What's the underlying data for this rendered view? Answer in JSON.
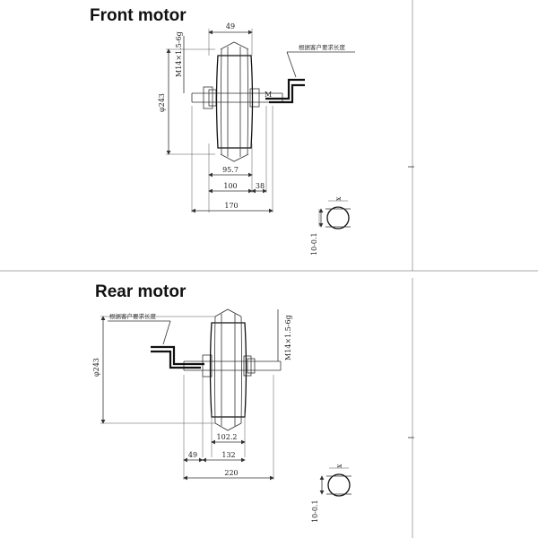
{
  "front": {
    "title": "Front motor",
    "dims": {
      "hub_width": "49",
      "thread": "M14×1.5-6g",
      "diameter": "φ243",
      "d1": "95.7",
      "d2": "100",
      "d3": "38",
      "d4": "170"
    },
    "note": "根据客户要求长度",
    "section": {
      "flat": "10-0.1",
      "top": "x"
    }
  },
  "rear": {
    "title": "Rear motor",
    "dims": {
      "thread": "M14×1.5-6g",
      "diameter": "φ243",
      "d1": "102.2",
      "d2": "49",
      "d3": "132",
      "d4": "220"
    },
    "note": "根据客户要求长度",
    "section": {
      "flat": "10-0.1",
      "top": "x"
    }
  }
}
